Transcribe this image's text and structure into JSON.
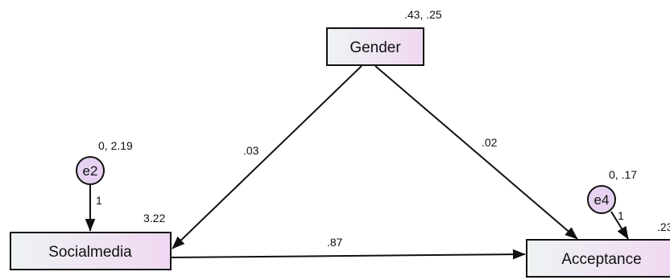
{
  "nodes": {
    "gender": {
      "label": "Gender",
      "estimate": ".43, .25"
    },
    "socialmedia": {
      "label": "Socialmedia",
      "estimate": "3.22"
    },
    "acceptance": {
      "label": "Acceptance",
      "estimate": ".23"
    },
    "e2": {
      "label": "e2",
      "estimate": "0, 2.19"
    },
    "e4": {
      "label": "e4",
      "estimate": "0, .17"
    }
  },
  "paths": {
    "gender_to_socialmedia": ".03",
    "gender_to_acceptance": ".02",
    "socialmedia_to_acceptance": ".87",
    "e2_to_socialmedia": "1",
    "e4_to_acceptance": "1"
  },
  "colors": {
    "box_fill_start": "#eef3f3",
    "box_fill_end": "#f0d8f2",
    "error_fill": "#e6d2f0",
    "stroke": "#111111"
  }
}
